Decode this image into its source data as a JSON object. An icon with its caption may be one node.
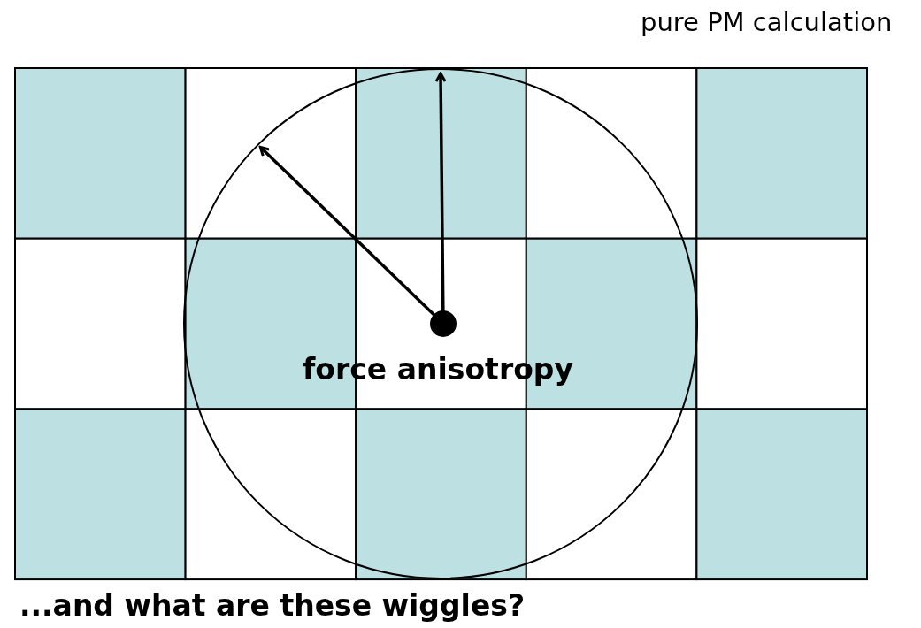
{
  "diagram": {
    "labels": [
      "pure PM calculation",
      "force anisotropy",
      "...and what are these wiggles?"
    ]
  }
}
